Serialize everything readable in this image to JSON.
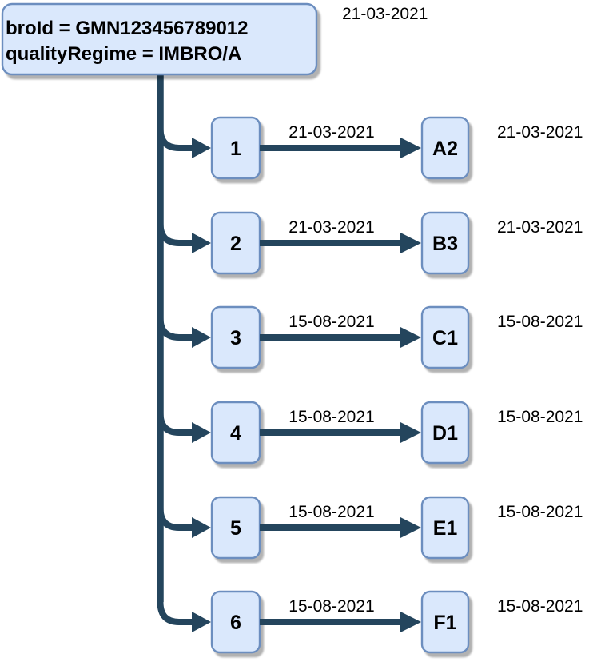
{
  "diagram": {
    "root": {
      "line1": "broId = GMN123456789012",
      "line2": "qualityRegime = IMBRO/A",
      "date": "21-03-2021"
    },
    "rows": [
      {
        "num": "1",
        "edge_date": "21-03-2021",
        "code": "A2",
        "right_date": "21-03-2021"
      },
      {
        "num": "2",
        "edge_date": "21-03-2021",
        "code": "B3",
        "right_date": "21-03-2021"
      },
      {
        "num": "3",
        "edge_date": "15-08-2021",
        "code": "C1",
        "right_date": "15-08-2021"
      },
      {
        "num": "4",
        "edge_date": "15-08-2021",
        "code": "D1",
        "right_date": "15-08-2021"
      },
      {
        "num": "5",
        "edge_date": "15-08-2021",
        "code": "E1",
        "right_date": "15-08-2021"
      },
      {
        "num": "6",
        "edge_date": "15-08-2021",
        "code": "F1",
        "right_date": "15-08-2021"
      }
    ],
    "colors": {
      "node_fill": "#dae8fc",
      "node_border": "#6c8ebf",
      "connector": "#24455d",
      "text": "#000000",
      "background": "#ffffff"
    }
  }
}
